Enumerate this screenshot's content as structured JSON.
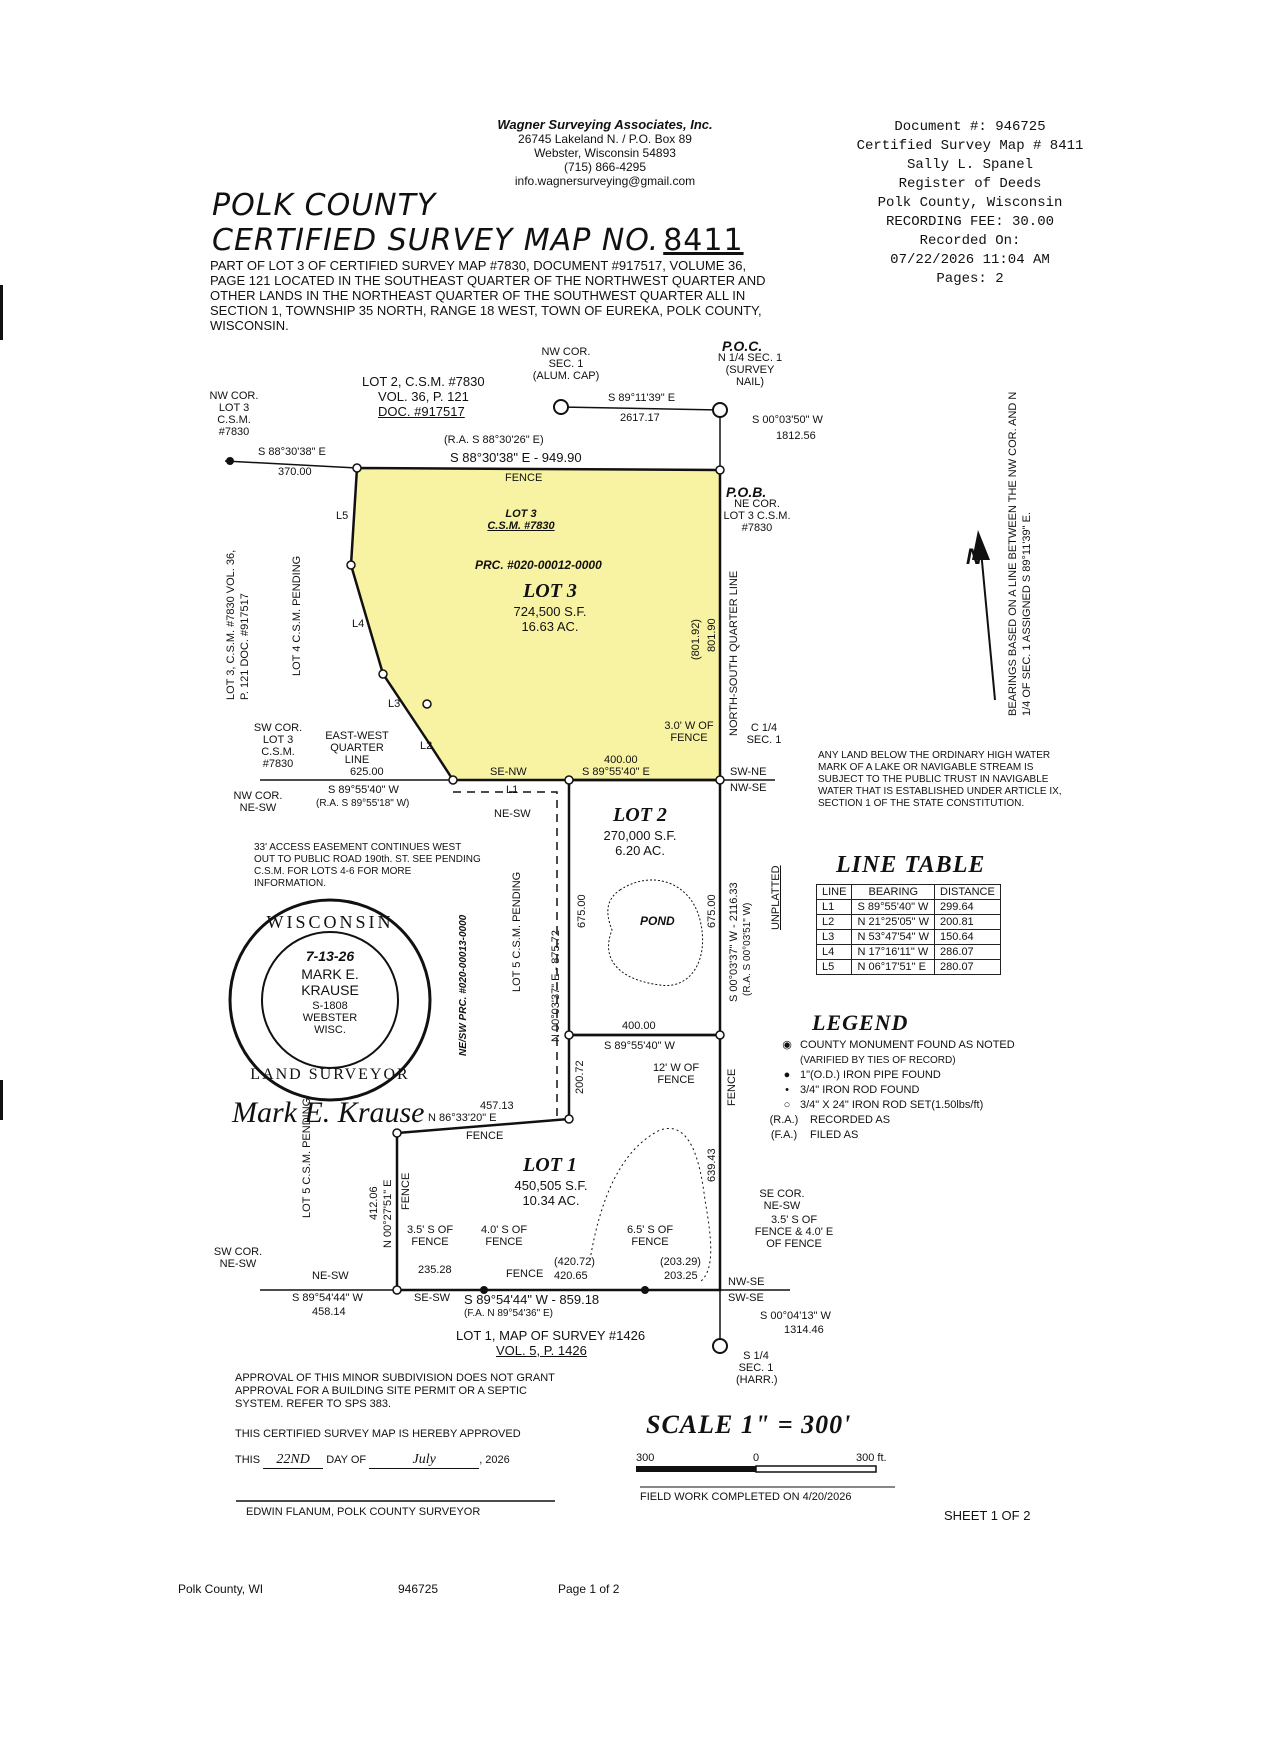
{
  "firm": {
    "name": "Wagner Surveying Associates, Inc.",
    "address1": "26745 Lakeland N. / P.O. Box 89",
    "address2": "Webster, Wisconsin 54893",
    "phone": "(715) 866-4295",
    "email": "info.wagnersurveying@gmail.com"
  },
  "recording": {
    "doc": "Document #: 946725",
    "csm": "Certified Survey Map # 8411",
    "register": "Sally L. Spanel",
    "office": "Register of Deeds",
    "county": "Polk County, Wisconsin",
    "fee": "RECORDING FEE: 30.00",
    "recorded": "Recorded On:",
    "datetime": "07/22/2026 11:04 AM",
    "pages": "Pages: 2"
  },
  "title": {
    "line1": "POLK COUNTY",
    "line2": "CERTIFIED SURVEY MAP NO.",
    "number": "8411"
  },
  "description": "PART OF LOT 3 OF CERTIFIED SURVEY MAP #7830, DOCUMENT #917517, VOLUME 36, PAGE 121 LOCATED IN THE SOUTHEAST QUARTER OF THE NORTHWEST QUARTER AND OTHER LANDS IN THE NORTHEAST QUARTER OF THE SOUTHWEST QUARTER ALL IN SECTION 1, TOWNSHIP 35 NORTH, RANGE 18 WEST, TOWN OF EUREKA, POLK COUNTY, WISCONSIN.",
  "map": {
    "nw_cor_sec": "NW COR. SEC. 1 (ALUM. CAP)",
    "poc": "P.O.C.",
    "poc_desc": "N 1/4 SEC. 1 (SURVEY NAIL)",
    "top_bearing": "S 89°11'39\" E",
    "top_dist": "2617.17",
    "north_bearing": "S 00°03'50\" W",
    "north_dist": "1812.56",
    "lot2_csm": "LOT 2, C.S.M. #7830",
    "lot2_vol": "VOL. 36, P. 121",
    "lot2_doc": "DOC. #917517",
    "nw_cor_lot3": "NW COR. LOT 3 C.S.M. #7830",
    "north_line_ra": "(R.A. S 88°30'26\" E)",
    "north_line": "S 88°30'38\" E - 949.90",
    "west_bearing": "S 88°30'38\" E",
    "west_dist": "370.00",
    "fence": "FENCE",
    "pob": "P.O.B.",
    "pob_desc": "NE COR. LOT 3 C.S.M. #7830",
    "lot3_label": "LOT 3",
    "lot3_csm": "C.S.M. #7830",
    "prc": "PRC. #020-00012-0000",
    "lot3_name": "LOT 3",
    "lot3_sf": "724,500 S.F.",
    "lot3_ac": "16.63 AC.",
    "lot3_east_ra": "(801.92)",
    "lot3_east": "801.90",
    "ns_quarter": "NORTH-SOUTH QUARTER LINE",
    "lot4": "LOT 4 C.S.M. PENDING",
    "lot3_west": "LOT 3, C.S.M. #7830 VOL. 36, P. 121 DOC. #917517",
    "l5": "L5",
    "l4": "L4",
    "l3": "L3",
    "l2": "L2",
    "l1": "L1",
    "sw_cor_lot3": "SW COR. LOT 3 C.S.M. #7830",
    "ew_quarter": "EAST-WEST QUARTER LINE",
    "fence3w": "3.0' W OF FENCE",
    "c14": "C 1/4 SEC. 1",
    "d625": "625.00",
    "d400a": "400.00",
    "se_nw": "SE-NW",
    "mid_bearing": "S 89°55'40\" E",
    "sw_ne": "SW-NE",
    "nw_se": "NW-SE",
    "nw_cor_ne_sw": "NW COR. NE-SW",
    "west_mid_bearing": "S 89°55'40\" W",
    "west_mid_ra": "(R.A. S 89°55'18\" W)",
    "ne_sw": "NE-SW",
    "easement": "33' ACCESS EASEMENT CONTINUES WEST OUT TO PUBLIC ROAD 190th. ST. SEE PENDING C.S.M. FOR LOTS 4-6 FOR MORE INFORMATION.",
    "lot2_name": "LOT 2",
    "lot2_sf": "270,000 S.F.",
    "lot2_ac": "6.20 AC.",
    "pond": "POND",
    "lot2_w": "675.00",
    "lot2_e": "675.00",
    "east_line": "S 00°03'37\" W - 2116.33",
    "east_line_ra": "(R.A. S 00°03'51\" W)",
    "unplatted": "UNPLATTED",
    "west_line": "N 00°03'37\" E - 875.72",
    "lot5a": "LOT 5 C.S.M. PENDING",
    "ne_sw_prc": "NE/SW PRC. #020-00013-0000",
    "d400b": "400.00",
    "lot2_s_bearing": "S 89°55'40\" W",
    "fence12w": "12' W OF FENCE",
    "fence_v": "FENCE",
    "d200": "200.72",
    "d457": "457.13",
    "bearing_86": "N 86°33'20\" E",
    "fence_b": "FENCE",
    "lot5b": "LOT 5 C.S.M. PENDING",
    "lot1_w_dist": "412.06",
    "lot1_w_bearing": "N 00°27'51\" E",
    "fence_lot1w": "FENCE",
    "lot1_name": "LOT 1",
    "lot1_sf": "450,505 S.F.",
    "lot1_ac": "10.34 AC.",
    "d639": "639.43",
    "fence35": "3.5' S OF FENCE",
    "fence40": "4.0' S OF FENCE",
    "fence65": "6.5' S OF FENCE",
    "se_cor": "SE COR. NE-SW",
    "se_cor_fence": "3.5' S OF FENCE & 4.0' E OF FENCE",
    "sw_cor_ne_sw": "SW COR. NE-SW",
    "ne_sw_b": "NE-SW",
    "d235": "235.28",
    "fence_c": "FENCE",
    "d420ra": "(420.72)",
    "d420": "420.65",
    "d203ra": "(203.29)",
    "d203": "203.25",
    "nw_se_b": "NW-SE",
    "sw_se": "SW-SE",
    "sbearing_w": "S 89°54'44\" W",
    "sdist_w": "458.14",
    "se_sw": "SE-SW",
    "south_line": "S 89°54'44\" W - 859.18",
    "south_fa": "(F.A. N 89°54'36\" E)",
    "south_bearing": "S 00°04'13\" W",
    "south_dist": "1314.46",
    "s14": "S 1/4 SEC. 1 (HARR.)",
    "lot1_map": "LOT 1, MAP OF SURVEY #1426",
    "lot1_vol": "VOL. 5, P. 1426",
    "bearings_note": "BEARINGS BASED ON A LINE BETWEEN THE NW COR. AND N 1/4 OF SEC. 1 ASSIGNED S 89°11'39\" E.",
    "n_arrow": "N"
  },
  "ohwm": "ANY LAND BELOW THE ORDINARY HIGH WATER MARK OF A LAKE OR NAVIGABLE STREAM IS SUBJECT TO THE PUBLIC TRUST IN NAVIGABLE WATER THAT IS ESTABLISHED UNDER ARTICLE IX, SECTION 1 OF THE STATE CONSTITUTION.",
  "line_table": {
    "title": "LINE TABLE",
    "headers": [
      "LINE",
      "BEARING",
      "DISTANCE"
    ],
    "rows": [
      [
        "L1",
        "S 89°55'40\" W",
        "299.64"
      ],
      [
        "L2",
        "N 21°25'05\" W",
        "200.81"
      ],
      [
        "L3",
        "N 53°47'54\" W",
        "150.64"
      ],
      [
        "L4",
        "N 17°16'11\" W",
        "286.07"
      ],
      [
        "L5",
        "N 06°17'51\" E",
        "280.07"
      ]
    ]
  },
  "legend": {
    "title": "LEGEND",
    "items": [
      "COUNTY MONUMENT FOUND AS NOTED",
      "(VARIFIED BY TIES OF RECORD)",
      "1\"(O.D.) IRON PIPE FOUND",
      "3/4\" IRON ROD FOUND",
      "3/4\" X 24\" IRON ROD SET(1.50lbs/ft)",
      "RECORDED AS",
      "FILED AS"
    ],
    "abbr_ra": "(R.A.)",
    "abbr_fa": "(F.A.)"
  },
  "seal": {
    "top": "WISCONSIN",
    "bottom": "LAND SURVEYOR",
    "date": "7-13-26",
    "name1": "MARK E.",
    "name2": "KRAUSE",
    "license": "S-1808",
    "city": "WEBSTER",
    "state": "WISC.",
    "signature": "Mark E. Krause"
  },
  "approval": {
    "note": "APPROVAL OF THIS MINOR SUBDIVISION DOES NOT GRANT APPROVAL FOR A BUILDING SITE PERMIT OR A SEPTIC SYSTEM. REFER TO SPS 383.",
    "line1": "THIS CERTIFIED SURVEY MAP IS HEREBY APPROVED",
    "this": "THIS",
    "day_val": "22ND",
    "day_of": "DAY OF",
    "month_val": "July",
    "year": ", 2026",
    "signer": "EDWIN FLANUM, POLK COUNTY SURVEYOR"
  },
  "scale": {
    "text": "SCALE 1\" = 300'",
    "left": "300",
    "mid": "0",
    "right": "300 ft.",
    "fieldwork": "FIELD WORK COMPLETED ON 4/20/2026"
  },
  "sheet": "SHEET 1 OF 2",
  "footer": {
    "county": "Polk County, WI",
    "doc": "946725",
    "page": "Page 1 of 2"
  },
  "colors": {
    "lot3_fill": "#f8f3a3",
    "line": "#111111"
  }
}
